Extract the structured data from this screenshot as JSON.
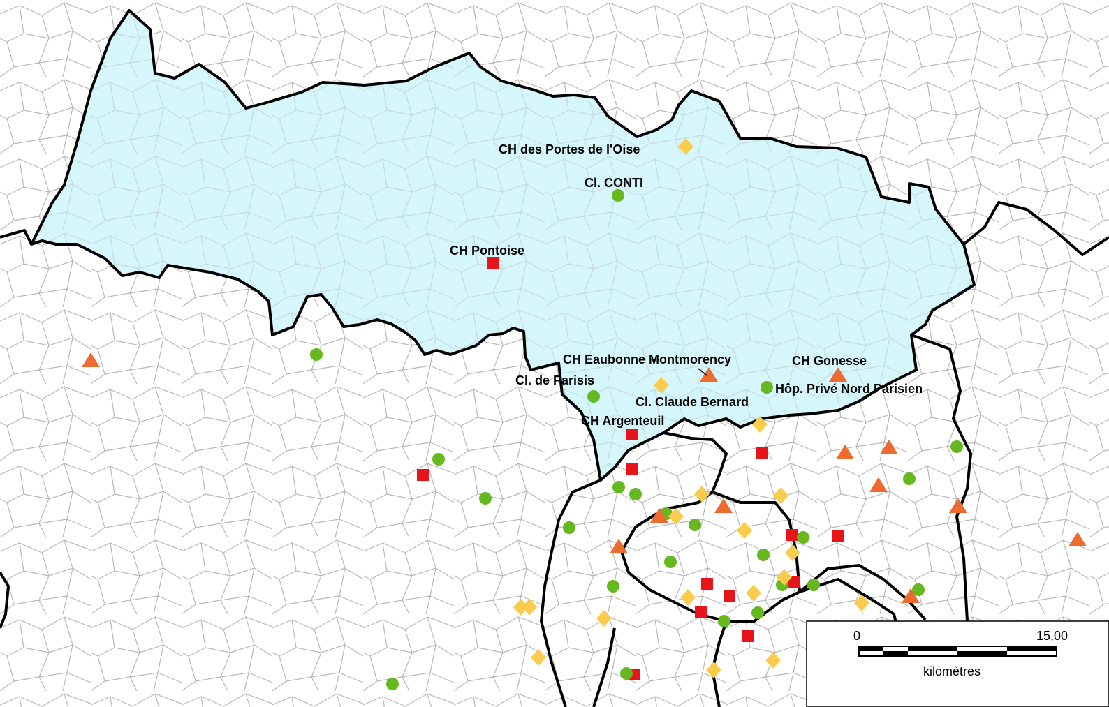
{
  "map": {
    "colors": {
      "highlight_region": "#d5f7fb",
      "background": "#ffffff",
      "commune_lines": "#b4b4b4",
      "department_border": "#000000",
      "square": "#e8141c",
      "circle": "#66b81f",
      "triangle": "#ee6a2f",
      "diamond": "#f9cc4e"
    },
    "labels": [
      {
        "id": "ch-portes-oise",
        "text": "CH des Portes de l'Oise"
      },
      {
        "id": "cl-conti",
        "text": "Cl. CONTI"
      },
      {
        "id": "ch-pontoise",
        "text": "CH Pontoise"
      },
      {
        "id": "ch-eaubonne",
        "text": "CH Eaubonne Montmorency"
      },
      {
        "id": "ch-gonesse",
        "text": "CH Gonesse"
      },
      {
        "id": "cl-parisis",
        "text": "Cl. de Parisis"
      },
      {
        "id": "hop-prive",
        "text": "Hôp. Privé Nord Parisien"
      },
      {
        "id": "cl-claude-bernard",
        "text": "Cl. Claude Bernard"
      },
      {
        "id": "ch-argenteuil",
        "text": "CH Argenteuil"
      }
    ],
    "scale": {
      "start_label": "0",
      "end_label": "15,00",
      "unit_label": "kilomètres"
    }
  }
}
